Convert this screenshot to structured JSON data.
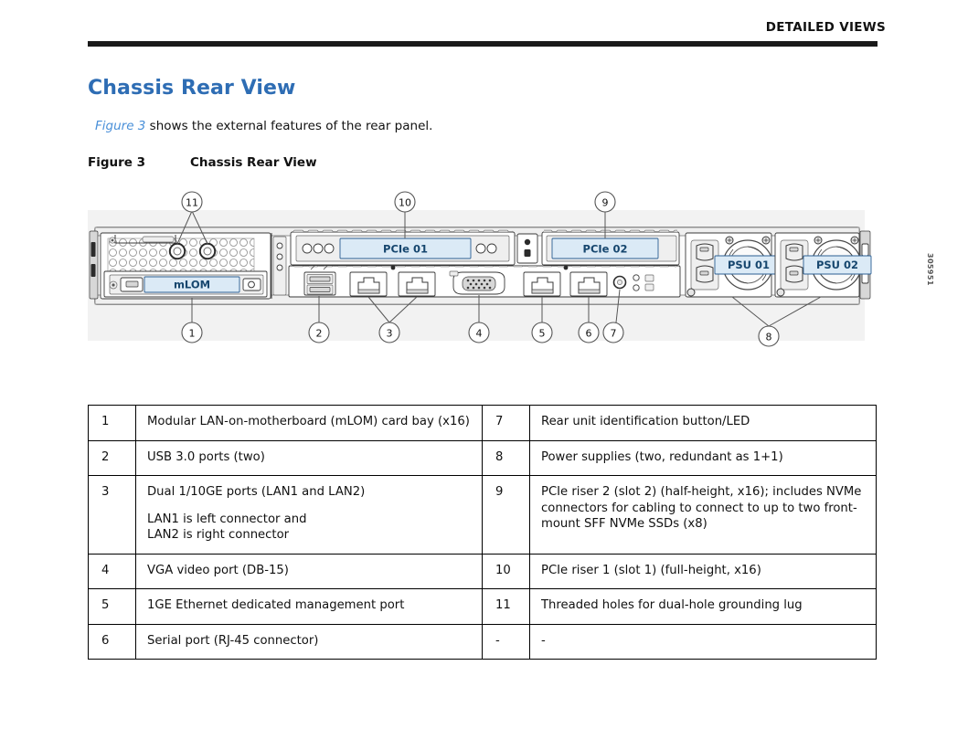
{
  "header": {
    "running_title": "DETAILED VIEWS"
  },
  "section": {
    "heading": "Chassis Rear View",
    "intro_xref": "Figure 3",
    "intro_rest": " shows the external features of the rear panel.",
    "figure_label": "Figure 3",
    "figure_title": "Chassis Rear View"
  },
  "figure": {
    "art_id": "305951",
    "component_labels": {
      "mlom": "mLOM",
      "pcie01": "PCIe 01",
      "pcie02": "PCIe 02",
      "psu01": "PSU 01",
      "psu02": "PSU 02"
    },
    "callouts": [
      "1",
      "2",
      "3",
      "4",
      "5",
      "6",
      "7",
      "8",
      "9",
      "10",
      "11"
    ]
  },
  "legend": {
    "rows": [
      {
        "left_num": "1",
        "left_text": [
          "Modular LAN-on-motherboard (mLOM) card bay (x16)"
        ],
        "right_num": "7",
        "right_text": [
          "Rear unit identification button/LED"
        ]
      },
      {
        "left_num": "2",
        "left_text": [
          "USB 3.0 ports (two)"
        ],
        "right_num": "8",
        "right_text": [
          "Power supplies (two, redundant as 1+1)"
        ]
      },
      {
        "left_num": "3",
        "left_text": [
          "Dual 1/10GE ports (LAN1 and LAN2)",
          "LAN1 is left connector and\nLAN2 is right connector"
        ],
        "right_num": "9",
        "right_text": [
          "PCIe riser 2 (slot 2) (half-height, x16); includes NVMe connectors for cabling to connect to up to two front-mount SFF NVMe SSDs (x8)"
        ]
      },
      {
        "left_num": "4",
        "left_text": [
          "VGA video port (DB-15)"
        ],
        "right_num": "10",
        "right_text": [
          "PCIe riser 1 (slot 1) (full-height, x16)"
        ]
      },
      {
        "left_num": "5",
        "left_text": [
          "1GE Ethernet dedicated management port"
        ],
        "right_num": "11",
        "right_text": [
          "Threaded holes for dual-hole grounding lug"
        ]
      },
      {
        "left_num": "6",
        "left_text": [
          "Serial port (RJ-45 connector)"
        ],
        "right_num": "-",
        "right_text": [
          "-"
        ]
      }
    ]
  },
  "colors": {
    "heading_blue": "#2E6DB4",
    "xref_blue": "#4a90d9",
    "label_fill": "#dbeaf6",
    "rule_black": "#1a1a1a"
  }
}
